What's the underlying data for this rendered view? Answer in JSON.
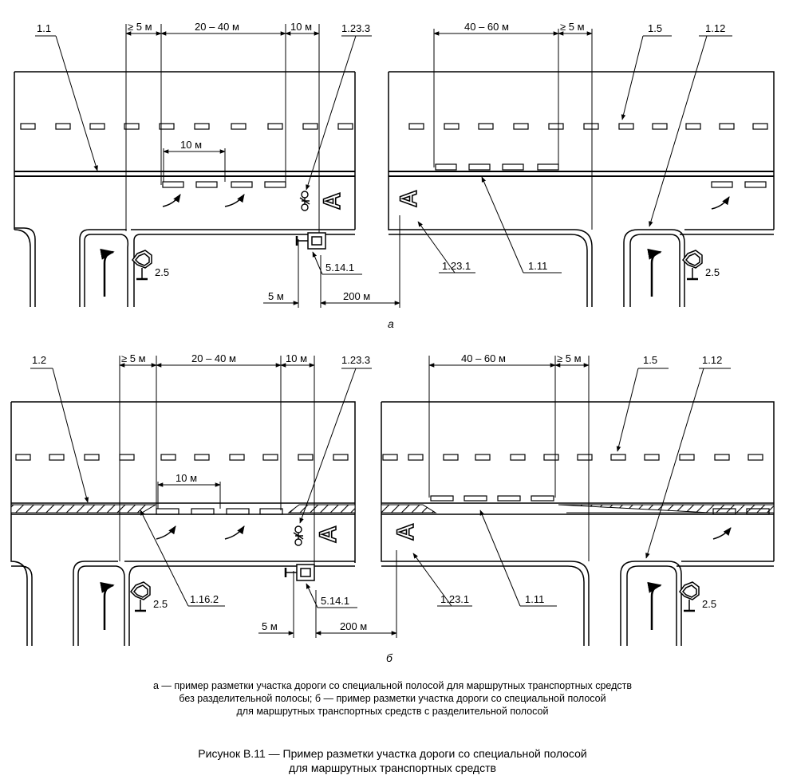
{
  "figure_a": {
    "dims": {
      "ge5": "≥ 5 м",
      "d20_40": "20 – 40 м",
      "d10": "10 м",
      "d40_60": "40 – 60 м",
      "ge5_right": "≥ 5 м",
      "inner10": "10 м",
      "d5": "5 м",
      "d200": "200 м"
    },
    "labels": {
      "line_1_1": "1.1",
      "mark_1_23_3": "1.23.3",
      "mark_1_5": "1.5",
      "mark_1_12": "1.12",
      "sign_5_14_1": "5.14.1",
      "mark_1_23_1": "1.23.1",
      "mark_1_11": "1.11",
      "sign_2_5_left": "2.5",
      "sign_2_5_right": "2.5"
    },
    "caption": "а"
  },
  "figure_b": {
    "dims": {
      "ge5": "≥ 5 м",
      "d20_40": "20 – 40 м",
      "d10": "10 м",
      "d40_60": "40 – 60 м",
      "ge5_right": "≥ 5 м",
      "inner10": "10 м",
      "d5": "5 м",
      "d200": "200 м"
    },
    "labels": {
      "line_1_2": "1.2",
      "mark_1_23_3": "1.23.3",
      "mark_1_5": "1.5",
      "mark_1_12": "1.12",
      "mark_1_16_2": "1.16.2",
      "sign_5_14_1": "5.14.1",
      "mark_1_23_1": "1.23.1",
      "mark_1_11": "1.11",
      "sign_2_5_left": "2.5",
      "sign_2_5_right": "2.5"
    },
    "caption": "б"
  },
  "bus_letter": "А",
  "notes": {
    "line1": "а — пример разметки участка дороги со специальной полосой для маршрутных транспортных средств",
    "line2": "без разделительной полосы; б — пример разметки участка дороги со специальной полосой",
    "line3": "для маршрутных транспортных средств с разделительной полосой"
  },
  "title": {
    "line1": "Рисунок В.11 — Пример разметки участка дороги со специальной полосой",
    "line2": "для маршрутных транспортных средств"
  }
}
